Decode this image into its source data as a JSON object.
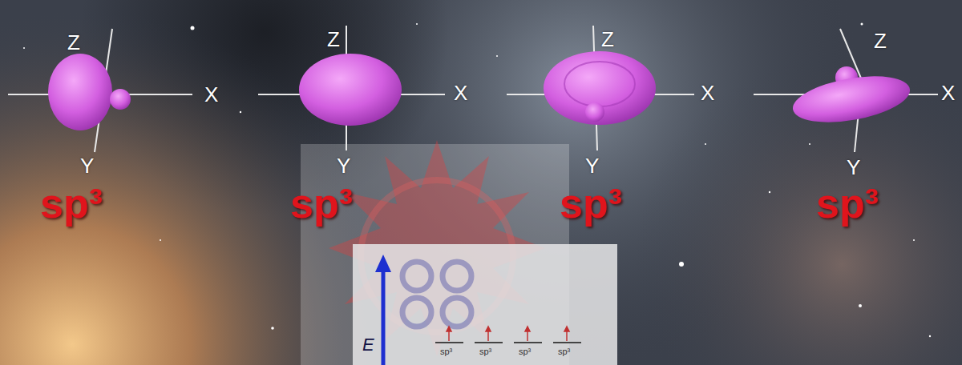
{
  "diagram": {
    "labels": [
      "Z",
      "X",
      "Y",
      "Z",
      "X",
      "Y",
      "Z",
      "X",
      "Y",
      "Z",
      "X",
      "Y",
      "sp³",
      "sp³",
      "sp³",
      "sp³",
      "E",
      "sp³",
      "sp³",
      "sp³",
      "sp³"
    ]
  }
}
